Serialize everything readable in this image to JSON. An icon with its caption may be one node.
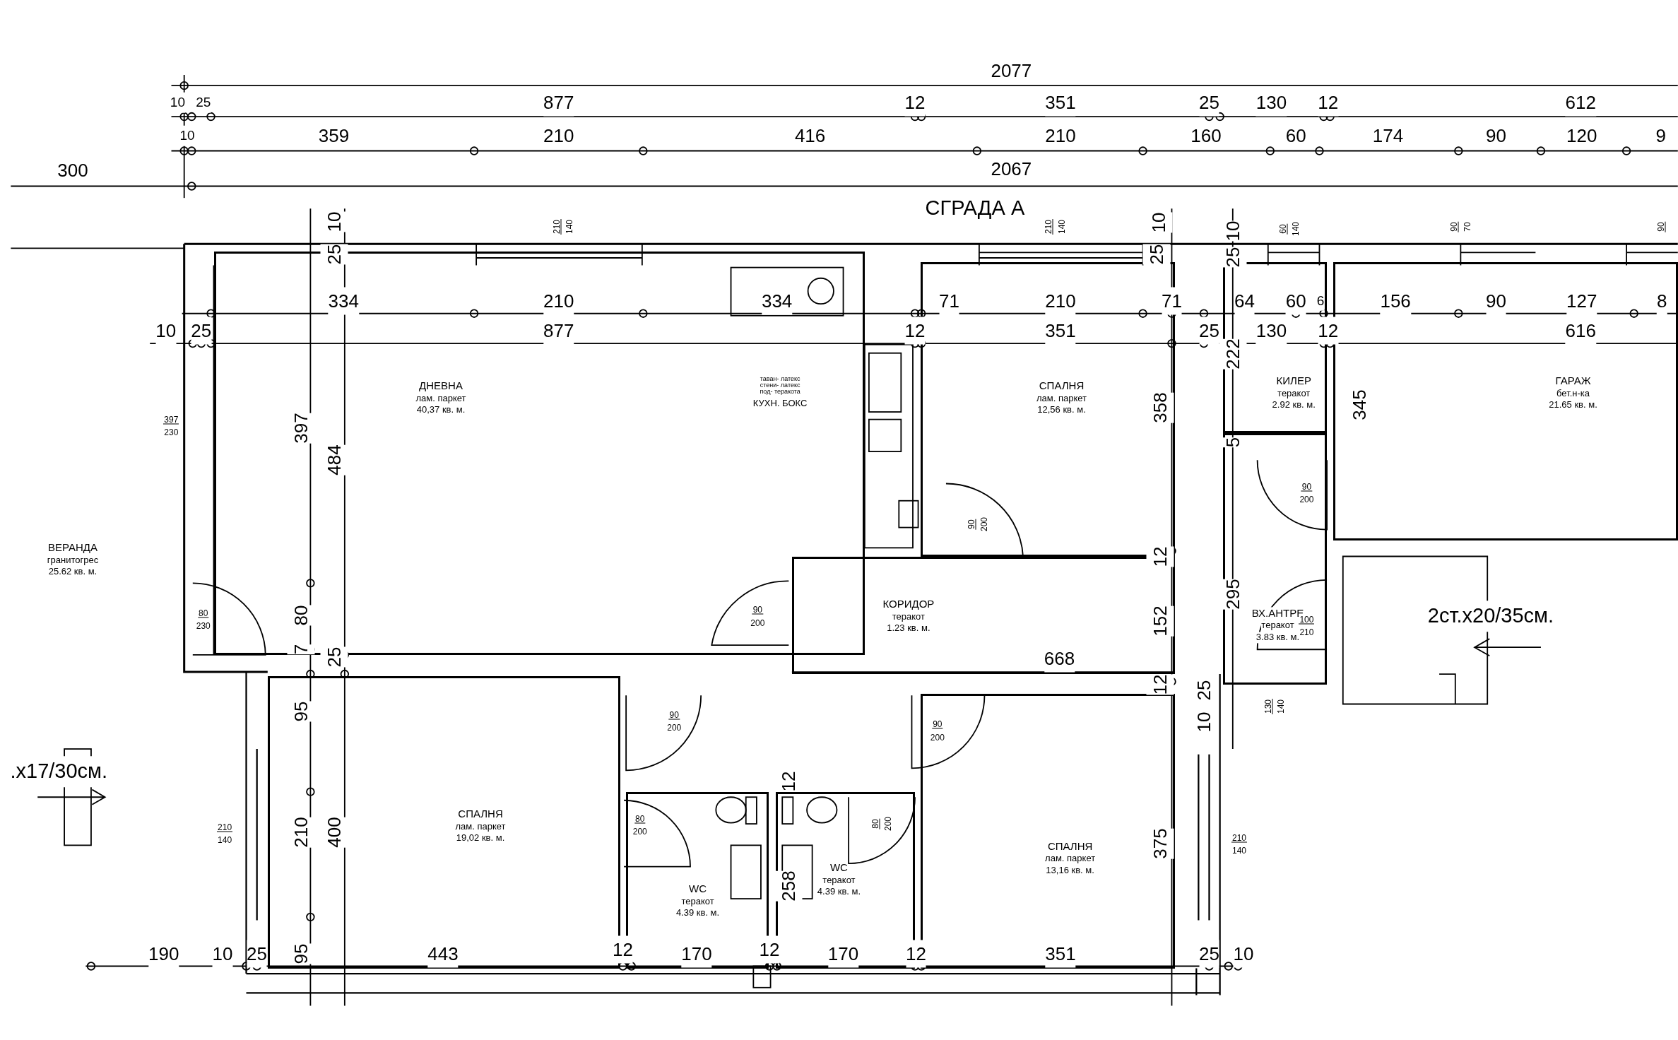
{
  "diagram": {
    "nodes": [
      {
        "text": [
          "ДНЕВНА",
          "лам. паркет",
          "40,37 кв. м."
        ]
      },
      {
        "text": [
          "таван- латекс стени- латекс под- теракота",
          "КУХН. БОКС"
        ],
        "in": 0
      },
      {
        "text": [
          "ВЕРАНДА",
          "гранитогрес",
          "25.62 кв. м."
        ]
      },
      {
        "text": [
          "СПАЛНЯ",
          "лам. паркет",
          "12,56 кв. м."
        ]
      },
      {
        "text": [
          "КИЛЕР",
          "теракот",
          "2.92 кв. м."
        ]
      },
      {
        "text": [
          "ГАРАЖ",
          "бет.н-ка",
          "21.65 кв. м."
        ]
      },
      {
        "text": [
          "КОРИДОР",
          "теракот",
          "1.23 кв. м."
        ]
      },
      {
        "text": [
          "ВХ.АНТРЕ",
          "теракот",
          "3.83 кв. м."
        ]
      },
      {
        "text": [
          "СПАЛНЯ",
          "лам. паркет",
          "19,02 кв. м."
        ]
      },
      {
        "text": [
          "WC",
          "теракот",
          "4.39 кв. м."
        ]
      },
      {
        "text": [
          "WC",
          "теракот",
          "4.39 кв. м."
        ]
      },
      {
        "text": [
          "СПАЛНЯ",
          "лам. паркет",
          "13,16 кв. м."
        ]
      }
    ],
    "labels": [
      "2077",
      "10",
      "25",
      "877",
      "12",
      "351",
      "25",
      "130",
      "12",
      "612",
      "10",
      "359",
      "210",
      "416",
      "210",
      "160",
      "60",
      "174",
      "90",
      "120",
      "9",
      "300",
      "2067",
      "СГРАДА А",
      "10",
      "25",
      "210",
      "140",
      "210",
      "140",
      "10",
      "25",
      "10",
      "25",
      "60",
      "140",
      "90",
      "70",
      "90",
      "334",
      "210",
      "334",
      "71",
      "210",
      "71",
      "64",
      "60",
      "6",
      "156",
      "90",
      "127",
      "8",
      "10",
      "25",
      "877",
      "12",
      "351",
      "25",
      "130",
      "12",
      "616",
      "222",
      "358",
      "345",
      "397",
      "230",
      "397",
      "484",
      "5",
      "90",
      "200",
      "90",
      "200",
      "295",
      "152",
      "12",
      "80",
      "90",
      "200",
      "80",
      "230",
      "100",
      "210",
      "2ст.х20/35см.",
      "7",
      "25",
      "668",
      "12",
      "25",
      "10",
      "130",
      "140",
      "90",
      "200",
      "95",
      "90",
      "200",
      ".x17/30см.",
      "12",
      "80",
      "200",
      "80",
      "200",
      "210",
      "140",
      "210",
      "400",
      "375",
      "210",
      "140",
      "258",
      "190",
      "10",
      "25",
      "95",
      "443",
      "12",
      "170",
      "12",
      "170",
      "12",
      "351",
      "25",
      "10"
    ]
  }
}
